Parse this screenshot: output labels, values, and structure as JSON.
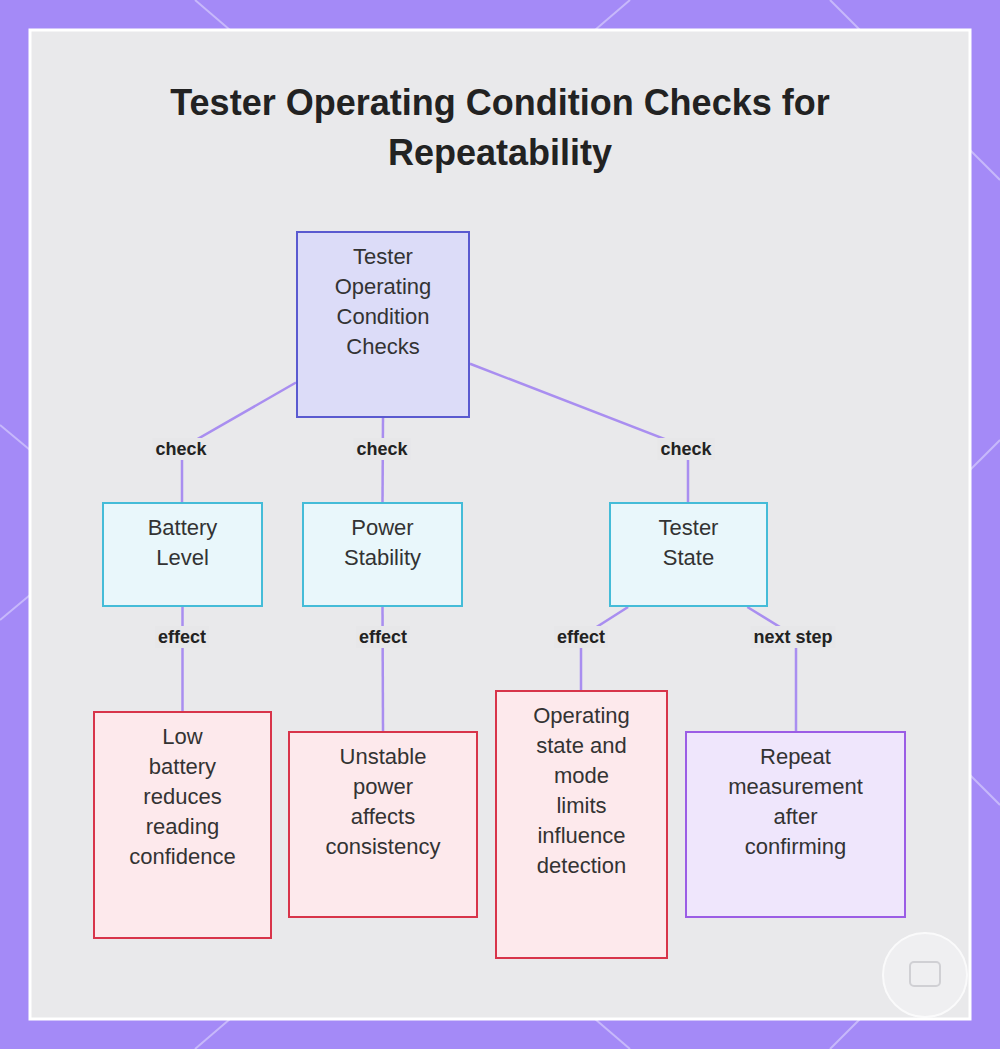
{
  "diagram": {
    "title": "Tester Operating Condition Checks for Repeatability",
    "nodes": [
      {
        "text": [
          "Tester Operating Condition Checks"
        ]
      },
      {
        "text": [
          "Battery Level"
        ]
      },
      {
        "text": [
          "Power Stability"
        ]
      },
      {
        "text": [
          "Tester State"
        ]
      },
      {
        "text": [
          "Low battery reduces reading confidence"
        ]
      },
      {
        "text": [
          "Unstable power affects consistency"
        ]
      },
      {
        "text": [
          "Operating state and mode limits influence detection"
        ]
      },
      {
        "text": [
          "Repeat measurement after confirming"
        ]
      }
    ],
    "edges": [
      {
        "from": 0,
        "to": 1,
        "label": "check",
        "arrow": "none"
      },
      {
        "from": 0,
        "to": 2,
        "label": "check",
        "arrow": "none"
      },
      {
        "from": 0,
        "to": 3,
        "label": "check",
        "arrow": "none"
      },
      {
        "from": 1,
        "to": 4,
        "label": "effect",
        "arrow": "none"
      },
      {
        "from": 2,
        "to": 5,
        "label": "effect",
        "arrow": "none"
      },
      {
        "from": 3,
        "to": 6,
        "label": "effect",
        "arrow": "none"
      },
      {
        "from": 3,
        "to": 7,
        "label": "next step",
        "arrow": "none"
      }
    ]
  }
}
